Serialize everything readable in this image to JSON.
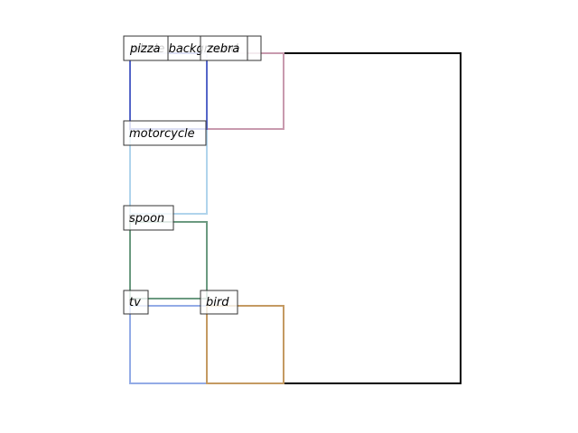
{
  "labels": {
    "image_background": "whole background",
    "pizza": "pizza",
    "zebra": "zebra",
    "motorcycle": "motorcycle",
    "spoon": "spoon",
    "tv": "tv",
    "bird": "bird"
  },
  "colors": {
    "image_background": "#000000",
    "pizza": "#5566c8",
    "zebra": "#c89aae",
    "motorcycle": "#b0d4ec",
    "spoon": "#6b9a80",
    "tv": "#93abe6",
    "bird": "#c49a62"
  }
}
